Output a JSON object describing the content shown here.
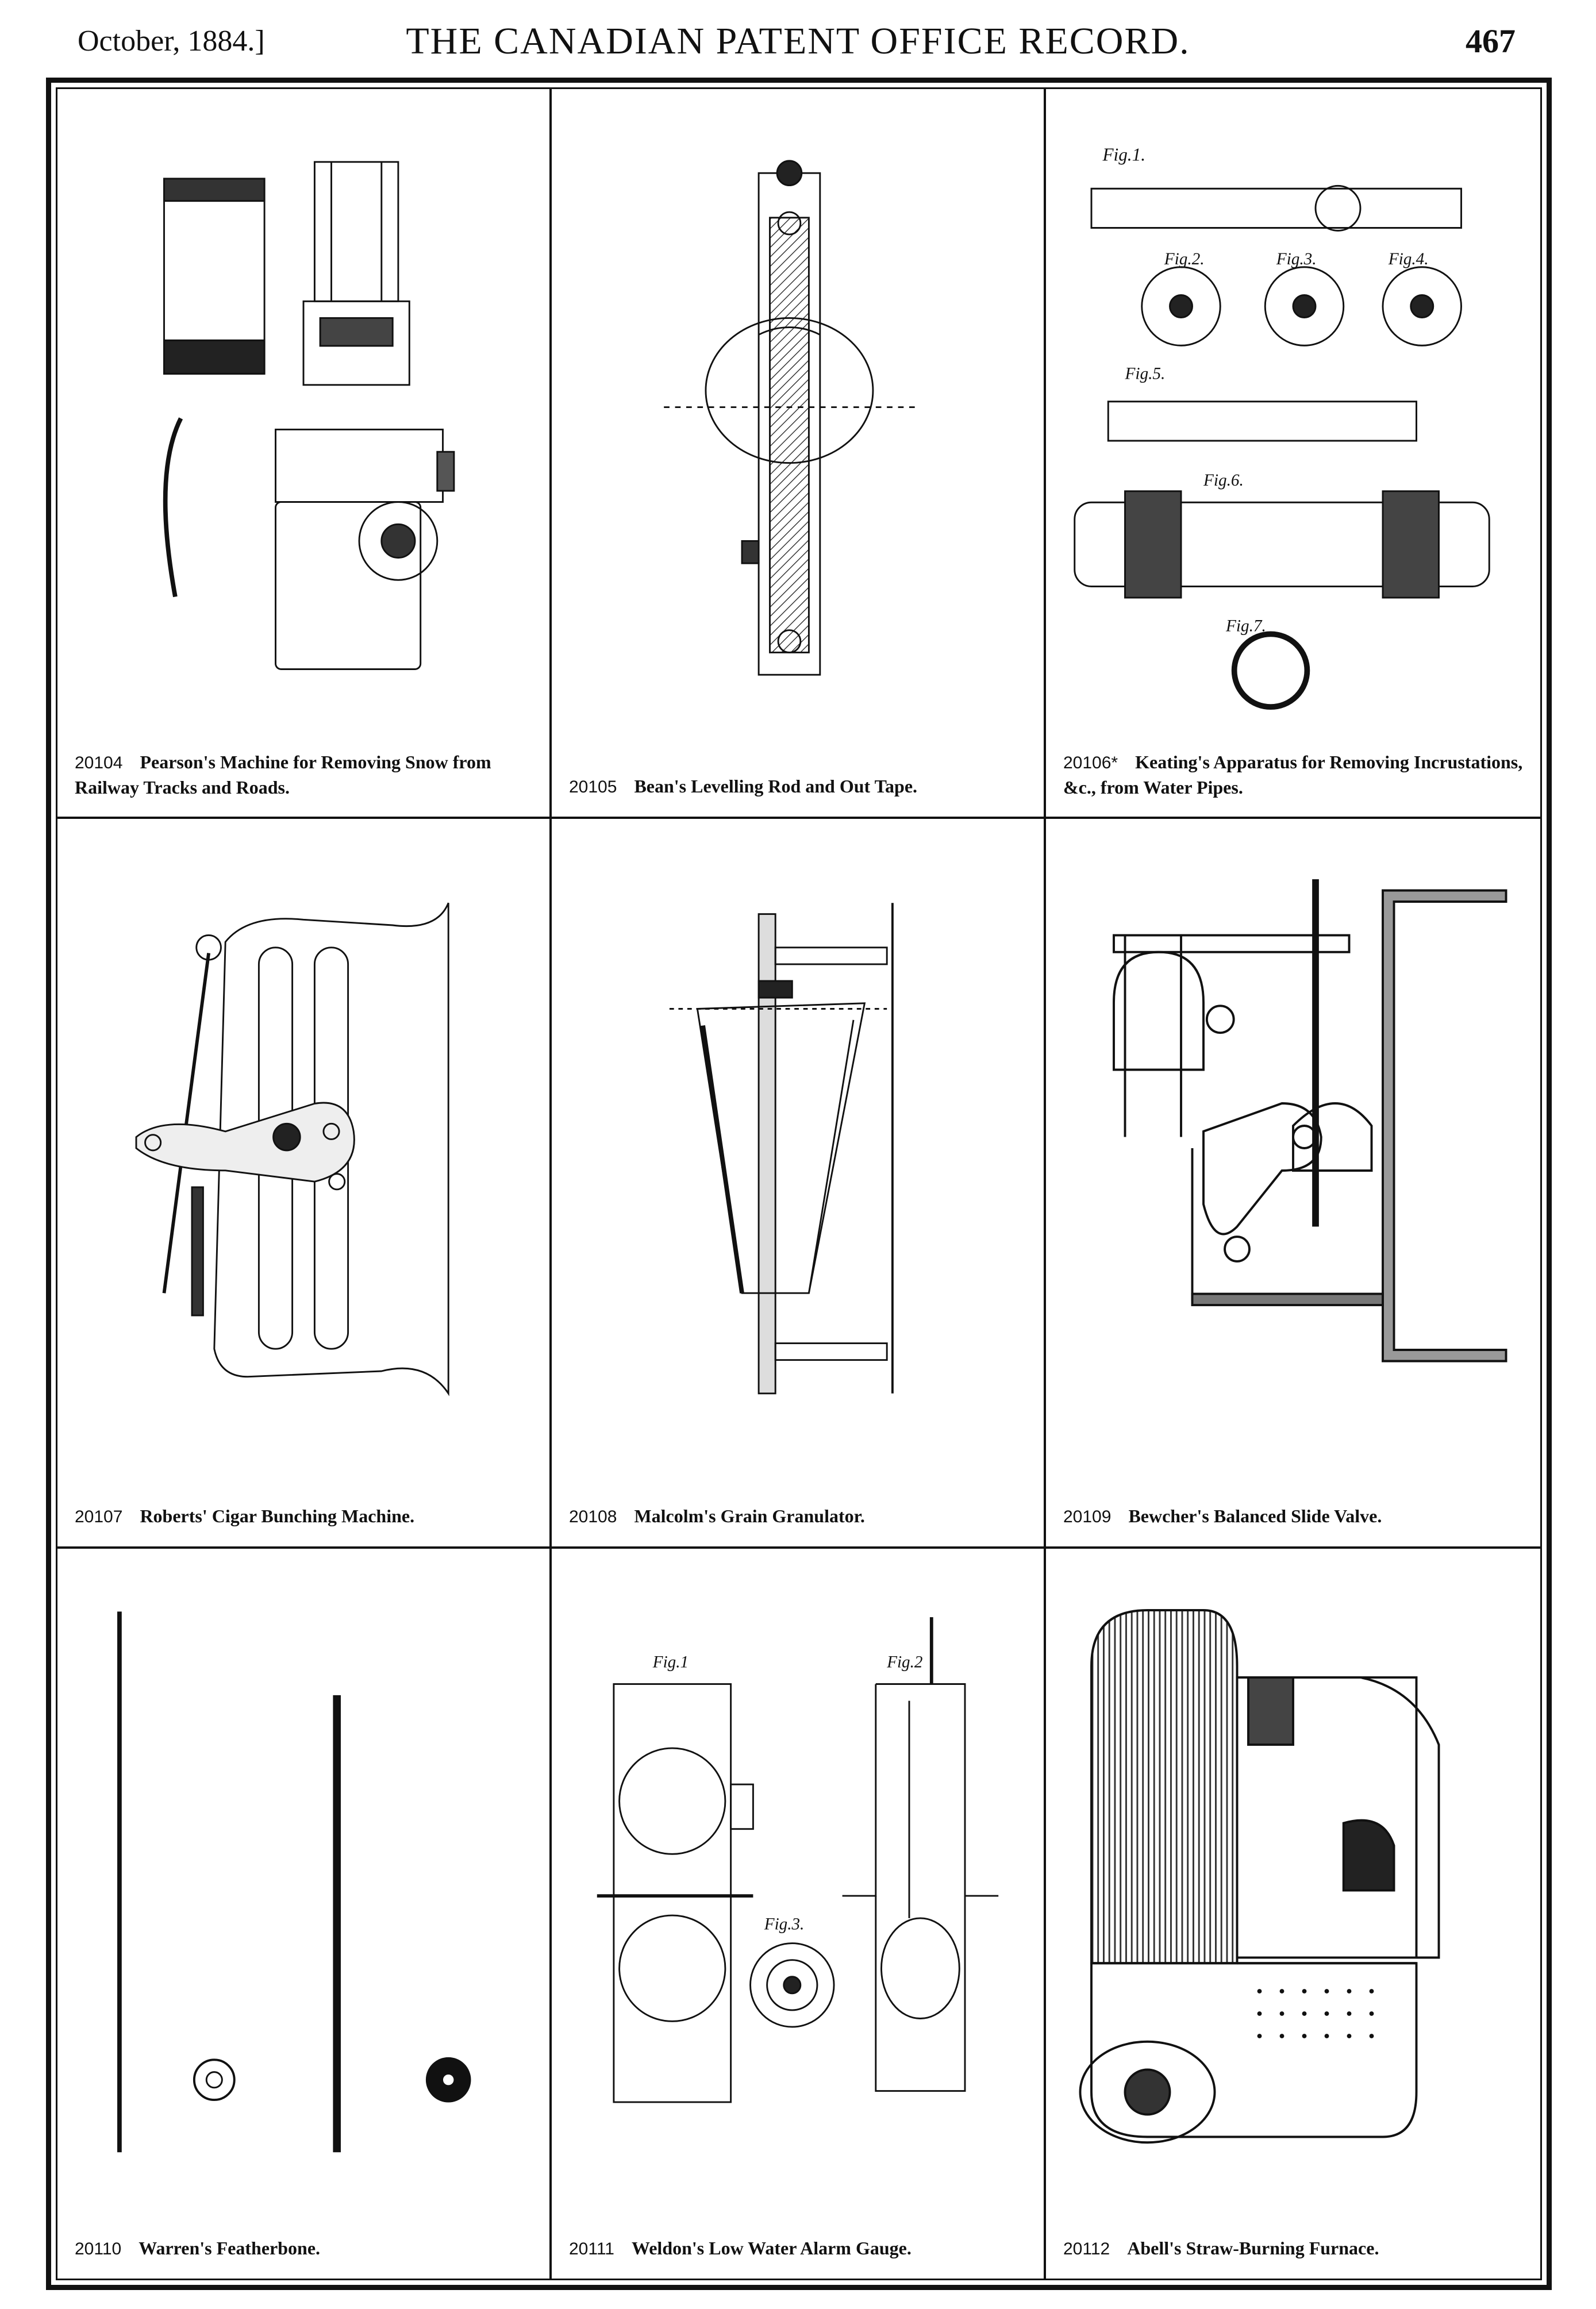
{
  "header": {
    "date": "October, 1884.]",
    "title": "THE CANADIAN PATENT OFFICE RECORD.",
    "page_number": "467"
  },
  "patents": [
    {
      "number": "20104",
      "title": "Pearson's Machine for Removing Snow from Railway Tracks and Roads."
    },
    {
      "number": "20105",
      "title": "Bean's Levelling Rod and Out Tape."
    },
    {
      "number": "20106*",
      "title": "Keating's Apparatus for Removing Incrustations, &c., from Water Pipes."
    },
    {
      "number": "20107",
      "title": "Roberts' Cigar Bunching Machine."
    },
    {
      "number": "20108",
      "title": "Malcolm's Grain Granulator."
    },
    {
      "number": "20109",
      "title": "Bewcher's Balanced Slide Valve."
    },
    {
      "number": "20110",
      "title": "Warren's Featherbone."
    },
    {
      "number": "20111",
      "title": "Weldon's Low Water Alarm Gauge."
    },
    {
      "number": "20112",
      "title": "Abell's Straw-Burning Furnace."
    }
  ],
  "figure_labels": {
    "keating": [
      "Fig.1.",
      "Fig.2.",
      "Fig.3.",
      "Fig.4.",
      "Fig.5.",
      "Fig.6.",
      "Fig.7."
    ],
    "weldon": [
      "Fig.1",
      "Fig.2",
      "Fig.3."
    ]
  }
}
